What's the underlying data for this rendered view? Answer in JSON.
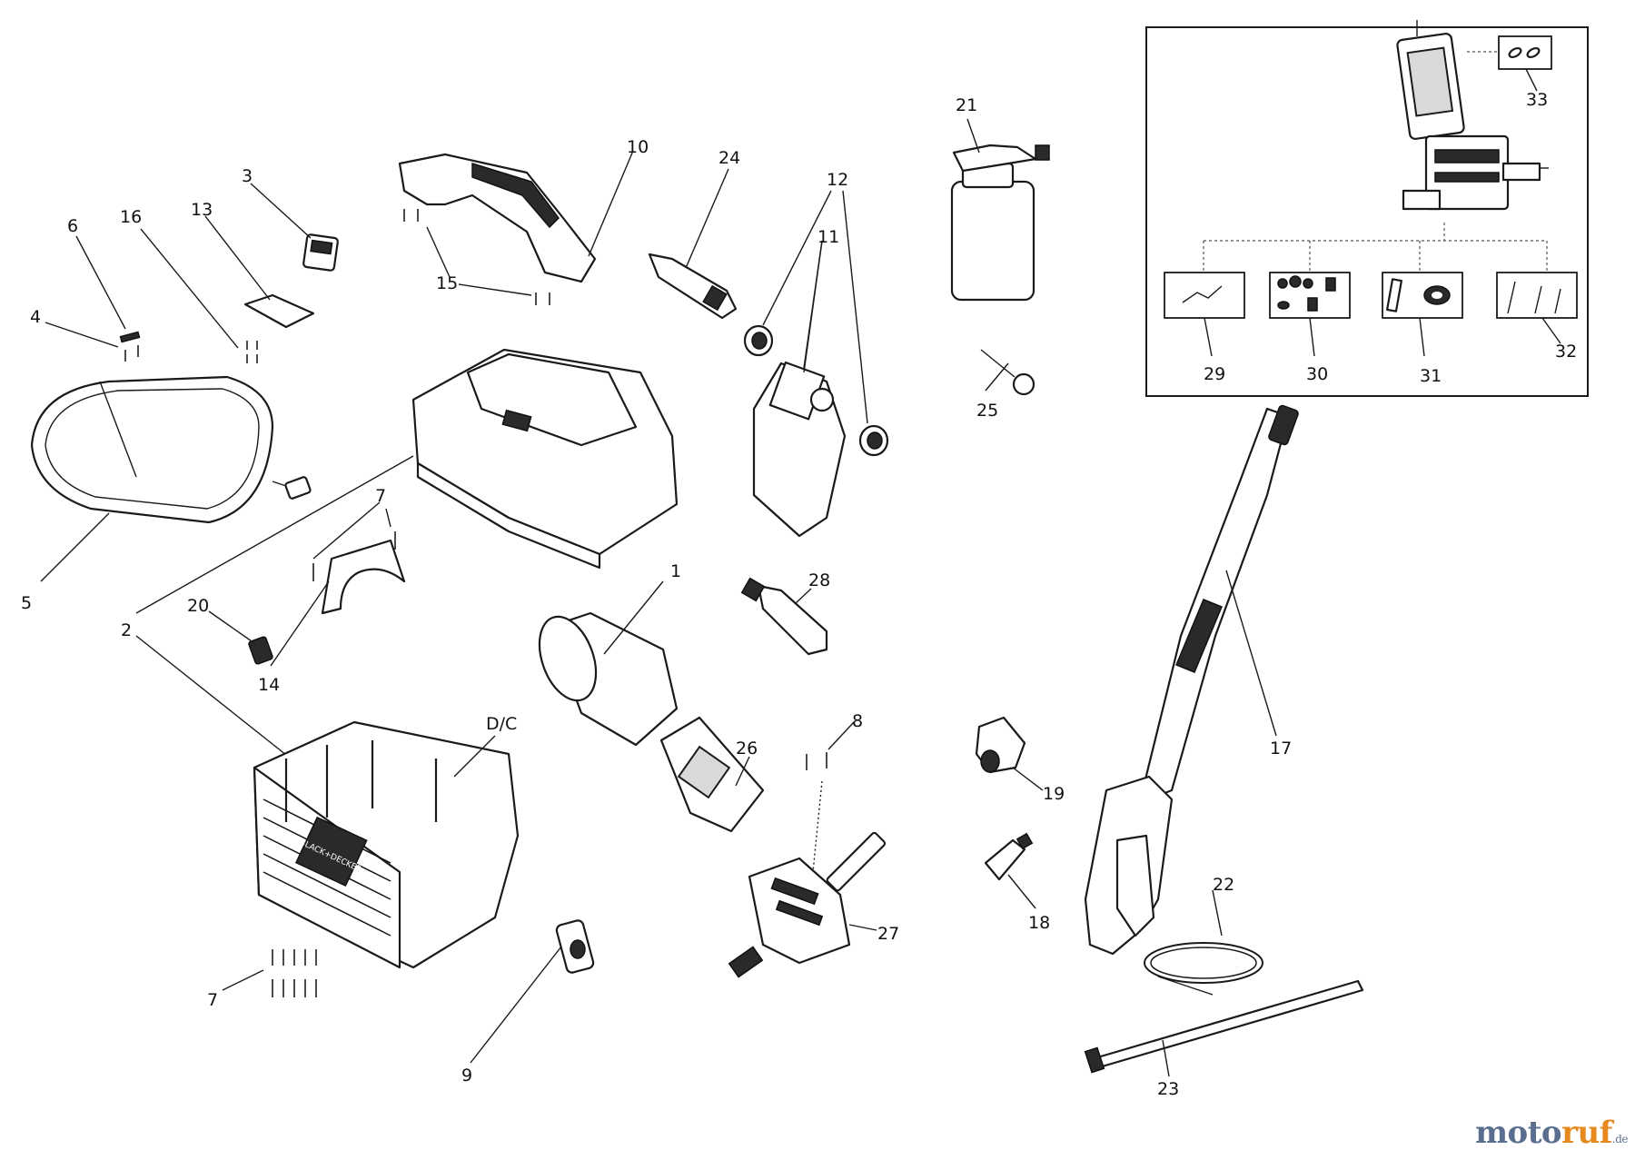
{
  "labels": {
    "n1": "1",
    "n2": "2",
    "n3": "3",
    "n4": "4",
    "n5": "5",
    "n6": "6",
    "n7": "7",
    "n8": "8",
    "n9": "9",
    "n10": "10",
    "n11": "11",
    "n12": "12",
    "n13": "13",
    "n14": "14",
    "n15": "15",
    "n16": "16",
    "n17": "17",
    "n18": "18",
    "n19": "19",
    "n20": "20",
    "n21": "21",
    "n22": "22",
    "n23": "23",
    "n24": "24",
    "n25": "25",
    "n26": "26",
    "n27": "27",
    "n28": "28",
    "n29": "29",
    "n30": "30",
    "n31": "31",
    "n32": "32",
    "n33": "33",
    "dc": "D/C"
  },
  "brand": {
    "logo_text": "BLACK+DECKER"
  },
  "watermark": {
    "part1": "moto",
    "part2": "ruf",
    "part3": ".de"
  },
  "colors": {
    "line": "#1a1a1a",
    "watermark_blue": "#5a6f8f",
    "watermark_orange": "#e6891f"
  }
}
